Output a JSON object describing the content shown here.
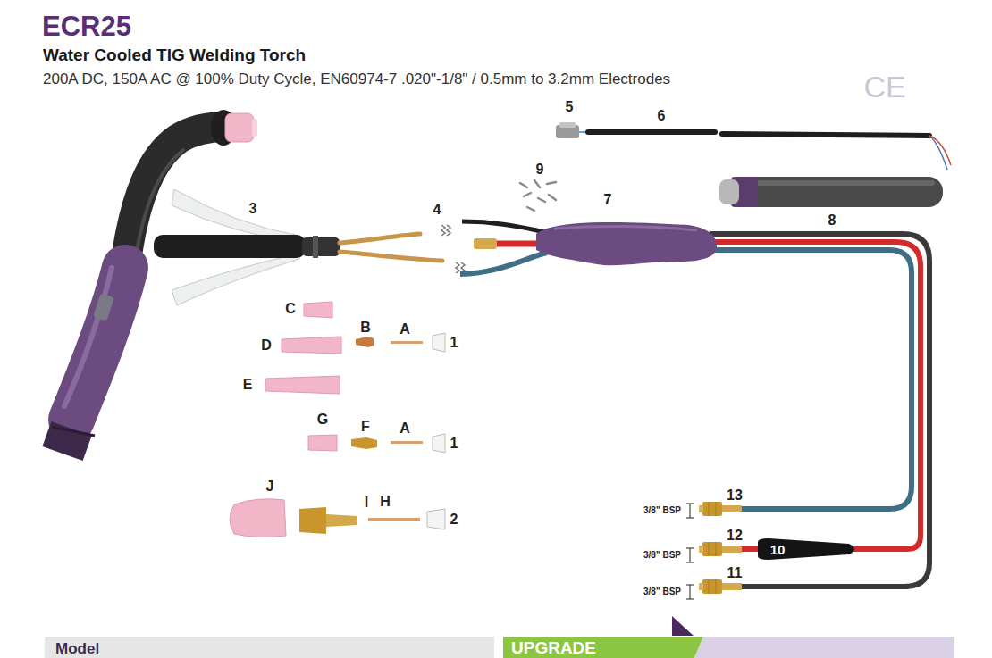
{
  "diagram": {
    "title": "ECR25",
    "labels": [
      "Water Cooled TIG Welding Torch",
      "200A DC, 150A AC @ 100% Duty Cycle, EN60974-7 .020\"-1/8\" / 0.5mm to 3.2mm Electrodes",
      "CE",
      "5",
      "6",
      "9",
      "7",
      "3",
      "4",
      "8",
      "C",
      "B",
      "A",
      "1",
      "D",
      "E",
      "G",
      "F",
      "A",
      "1",
      "J",
      "I",
      "H",
      "2",
      "13",
      "3/8\" BSP",
      "12",
      "3/8\" BSP",
      "10",
      "11",
      "3/8\" BSP",
      "Model",
      "UPGRADE"
    ]
  }
}
